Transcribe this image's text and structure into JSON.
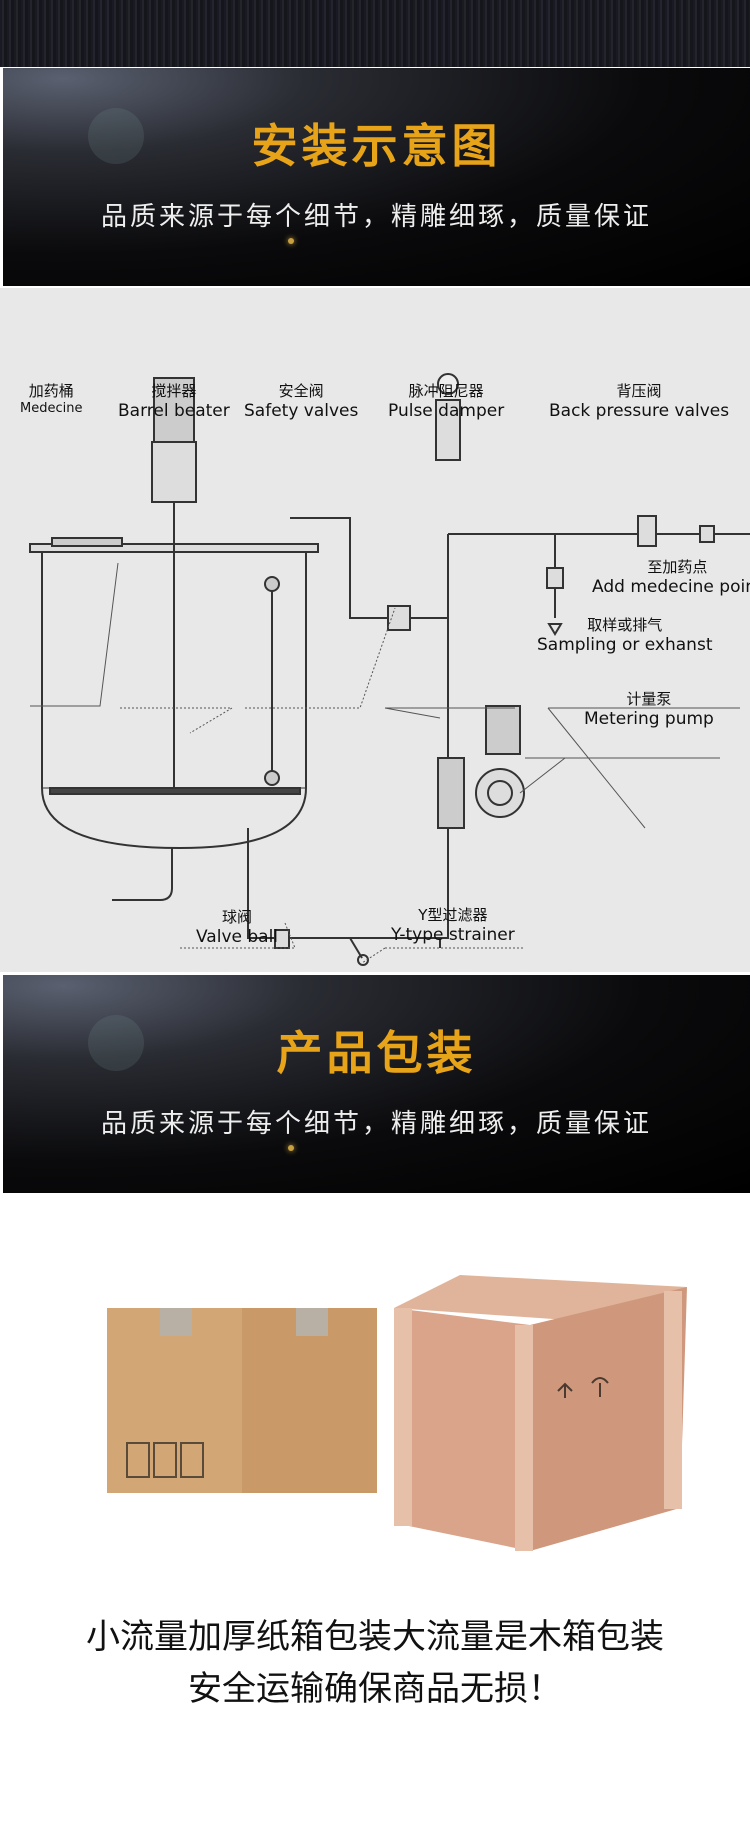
{
  "banner1": {
    "title": "安装示意图",
    "subtitle": "品质来源于每个细节，精雕细琢，质量保证"
  },
  "diagram": {
    "labels": [
      {
        "zh": "加药桶",
        "en": "Medecine"
      },
      {
        "zh": "搅拌器",
        "en": "Barrel beater"
      },
      {
        "zh": "安全阀",
        "en": "Safety valves"
      },
      {
        "zh": "脉冲阻尼器",
        "en": "Pulse damper"
      },
      {
        "zh": "背压阀",
        "en": "Back pressure valves"
      },
      {
        "zh": "至加药点",
        "en": "Add medecine point"
      },
      {
        "zh": "取样或排气",
        "en": "Sampling or exhanst"
      },
      {
        "zh": "计量泵",
        "en": "Metering pump"
      },
      {
        "zh": "球阀",
        "en": "Valve ball"
      },
      {
        "zh": "Y型过滤器",
        "en": "Y-type strainer"
      }
    ]
  },
  "banner2": {
    "title": "产品包装",
    "subtitle": "品质来源于每个细节，精雕细琢，质量保证"
  },
  "packaging": {
    "line1": "小流量加厚纸箱包装大流量是木箱包装",
    "line2": "安全运输确保商品无损！"
  }
}
